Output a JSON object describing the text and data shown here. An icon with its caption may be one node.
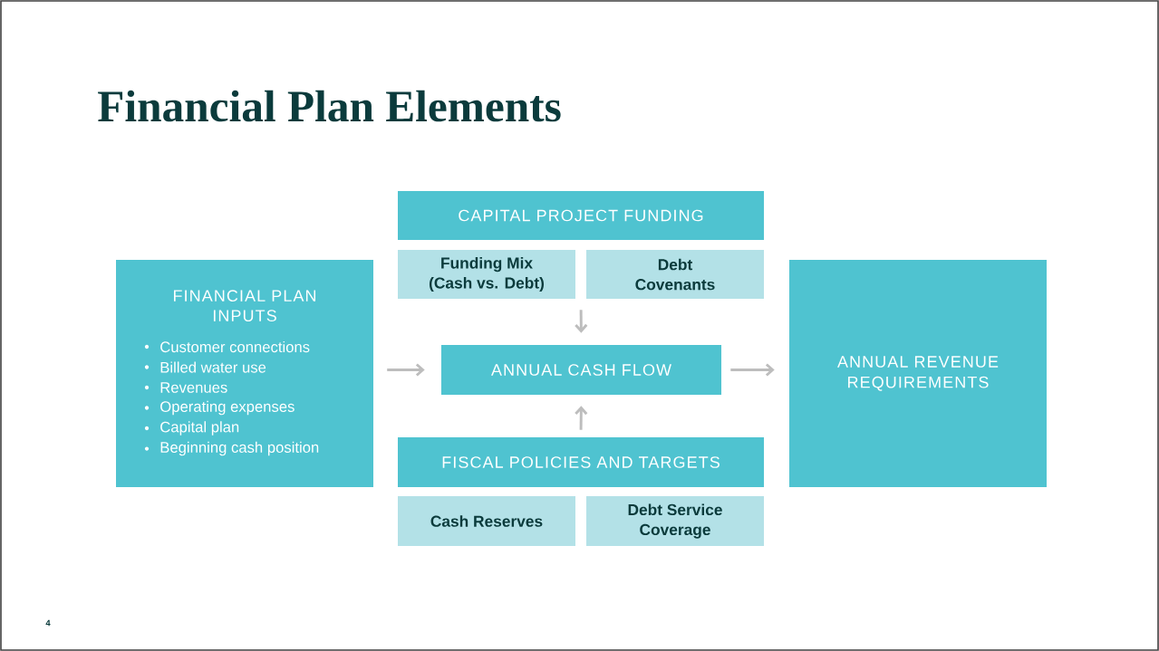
{
  "diagram": {
    "title": "Financial Plan Elements",
    "nodes": [
      {
        "text": [
          "FINANCIAL PLAN INPUTS",
          "Customer connections",
          "Billed water use",
          "Revenues",
          "Operating expenses",
          "Capital plan",
          "Beginning cash position"
        ]
      },
      {
        "text": [
          "CAPITAL PROJECT FUNDING"
        ]
      },
      {
        "text": [
          "Funding Mix (Cash vs. Debt)"
        ]
      },
      {
        "text": [
          "Debt Covenants"
        ]
      },
      {
        "text": [
          "ANNUAL CASH FLOW"
        ]
      },
      {
        "text": [
          "FISCAL POLICIES AND TARGETS"
        ]
      },
      {
        "text": [
          "Cash Reserves"
        ]
      },
      {
        "text": [
          "Debt Service Coverage"
        ]
      },
      {
        "text": [
          "ANNUAL REVENUE REQUIREMENTS"
        ]
      }
    ],
    "edges": [
      {
        "from": 0,
        "to": 4,
        "arrow": "to"
      },
      {
        "from": 4,
        "to": 8,
        "arrow": "to"
      },
      {
        "from": 2,
        "to": 4,
        "arrow": "to"
      },
      {
        "from": 3,
        "to": 4,
        "arrow": "to"
      },
      {
        "from": 5,
        "to": 4,
        "arrow": "to"
      }
    ],
    "labels": [
      "4"
    ]
  }
}
